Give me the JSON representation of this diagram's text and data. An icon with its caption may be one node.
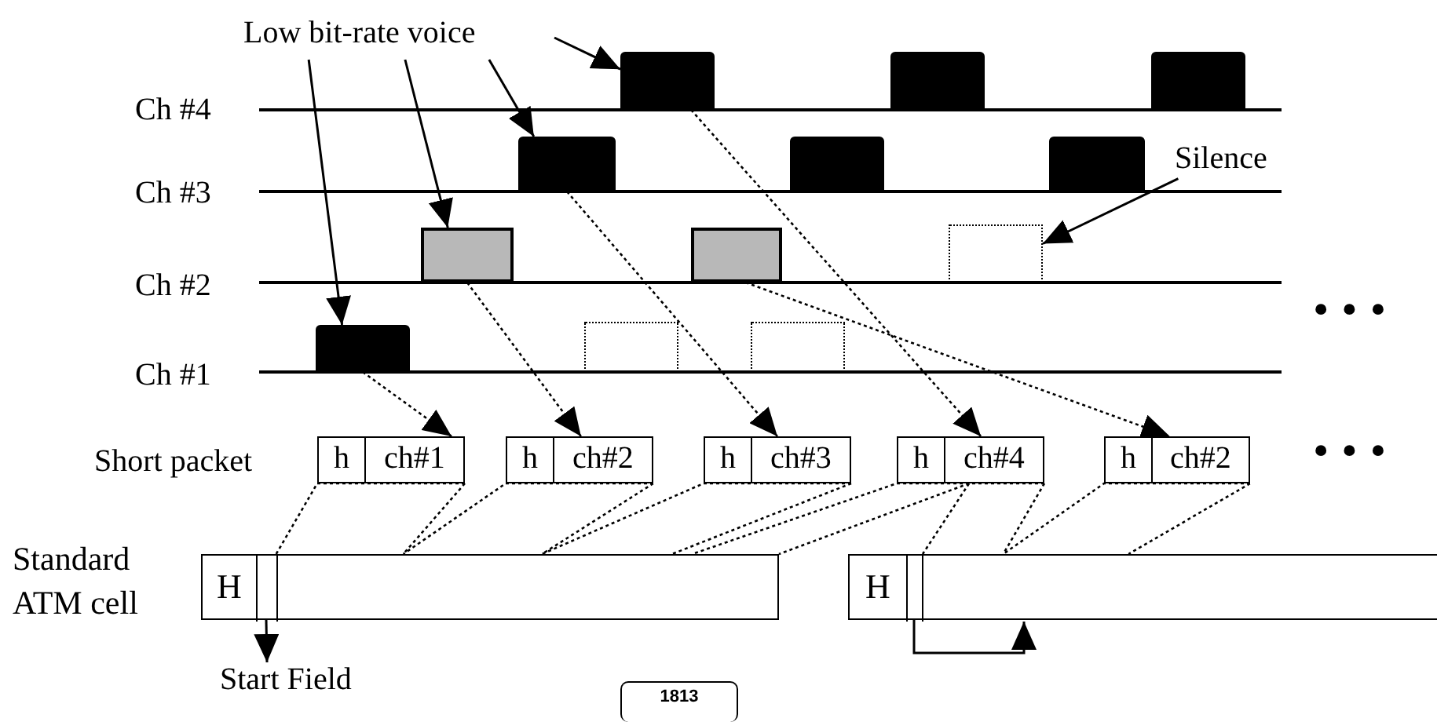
{
  "diagram": {
    "nodes": [
      {
        "text": [
          "Low bit-rate voice"
        ]
      },
      {
        "text": [],
        "shape": "box"
      },
      {
        "text": [],
        "shape": "box"
      },
      {
        "text": [],
        "shape": "box"
      },
      {
        "text": [
          "Silence"
        ]
      },
      {
        "text": [],
        "shape": "box"
      },
      {
        "text": [],
        "shape": "box"
      },
      {
        "text": [],
        "shape": "box"
      },
      {
        "text": [],
        "shape": "box"
      },
      {
        "text": [],
        "shape": "box"
      },
      {
        "text": [],
        "shape": "box"
      },
      {
        "text": [],
        "shape": "box"
      },
      {
        "text": [],
        "shape": "box"
      },
      {
        "text": [],
        "shape": "box"
      },
      {
        "text": [
          "h",
          "ch#1"
        ]
      },
      {
        "text": [
          "h",
          "ch#2"
        ]
      },
      {
        "text": [
          "h",
          "ch#3"
        ]
      },
      {
        "text": [
          "h",
          "ch#4"
        ]
      },
      {
        "text": [
          "h",
          "ch#2"
        ]
      },
      {
        "text": [],
        "shape": "box"
      },
      {
        "text": [
          "H"
        ],
        "in": 19
      },
      {
        "text": [],
        "shape": "box",
        "in": 19
      },
      {
        "text": [],
        "shape": "box"
      },
      {
        "text": [
          "H"
        ],
        "in": 22
      },
      {
        "text": [],
        "shape": "box",
        "in": 22
      },
      {
        "text": [
          "Start Field"
        ]
      },
      {
        "text": [
          "1813"
        ]
      }
    ],
    "edges": [
      {
        "from": 0,
        "to": 11,
        "arrow": "to"
      },
      {
        "from": 0,
        "to": 8,
        "arrow": "to"
      },
      {
        "from": 0,
        "to": 5,
        "arrow": "to"
      },
      {
        "from": 0,
        "to": 1,
        "arrow": "to"
      },
      {
        "from": 4,
        "to": 10,
        "arrow": "to"
      },
      {
        "from": 11,
        "to": 14,
        "arrow": "to",
        "style": "dashed"
      },
      {
        "from": 8,
        "to": 15,
        "arrow": "to",
        "style": "dashed"
      },
      {
        "from": 5,
        "to": 16,
        "arrow": "to",
        "style": "dashed"
      },
      {
        "from": 1,
        "to": 17,
        "arrow": "to",
        "style": "dashed"
      },
      {
        "from": 9,
        "to": 18,
        "arrow": "to",
        "style": "dashed"
      },
      {
        "from": 14,
        "to": 19,
        "arrow": "none",
        "style": "dashed"
      },
      {
        "from": 15,
        "to": 19,
        "arrow": "none",
        "style": "dashed"
      },
      {
        "from": 16,
        "to": 19,
        "arrow": "none",
        "style": "dashed"
      },
      {
        "from": 17,
        "to": 19,
        "arrow": "none",
        "style": "dashed"
      },
      {
        "from": 17,
        "to": 22,
        "arrow": "none",
        "style": "dashed"
      },
      {
        "from": 18,
        "to": 22,
        "arrow": "none",
        "style": "dashed"
      },
      {
        "from": 21,
        "to": 25,
        "arrow": "to"
      },
      {
        "from": 24,
        "to": null,
        "arrow": "to"
      }
    ],
    "labels": [
      "Ch #4",
      "Ch #3",
      "Ch #2",
      "•••",
      "Ch #1",
      "Short packet",
      "•••",
      "Standard ATM cell"
    ]
  }
}
